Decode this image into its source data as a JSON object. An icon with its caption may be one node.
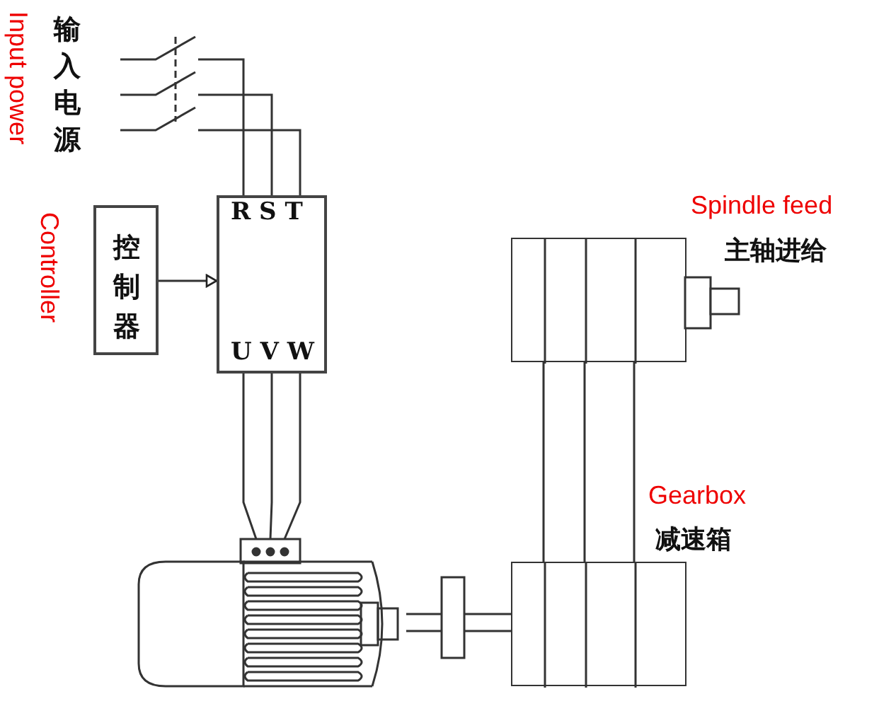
{
  "diagram": {
    "nodes": [
      {
        "text": [],
        "shape": "picture"
      },
      {
        "text": [
          "控制器"
        ],
        "beside": [
          "Controller"
        ]
      },
      {
        "text": [
          "R S T",
          "U V W"
        ]
      },
      {
        "text": [],
        "shape": "picture"
      },
      {
        "text": [],
        "shape": "box",
        "beside": [
          "Spindle feed",
          "主轴进给"
        ]
      },
      {
        "text": [],
        "shape": "box",
        "beside": [
          "Gearbox",
          "减速箱"
        ]
      }
    ],
    "edges": [
      {
        "from": 0,
        "to": 2,
        "arrow": "none"
      },
      {
        "from": 0,
        "to": 2,
        "arrow": "none"
      },
      {
        "from": 0,
        "to": 2,
        "arrow": "none"
      },
      {
        "from": 1,
        "to": 2,
        "arrow": "to"
      },
      {
        "from": 2,
        "to": 3,
        "arrow": "none"
      },
      {
        "from": 2,
        "to": 3,
        "arrow": "none"
      },
      {
        "from": 2,
        "to": 3,
        "arrow": "none"
      },
      {
        "from": 3,
        "to": 5,
        "arrow": "none"
      },
      {
        "from": 5,
        "to": 4,
        "arrow": "none"
      },
      {
        "from": 5,
        "to": 4,
        "arrow": "none"
      },
      {
        "from": 5,
        "to": 4,
        "arrow": "none"
      }
    ],
    "labels": [
      "Input power",
      "输入电源"
    ]
  }
}
